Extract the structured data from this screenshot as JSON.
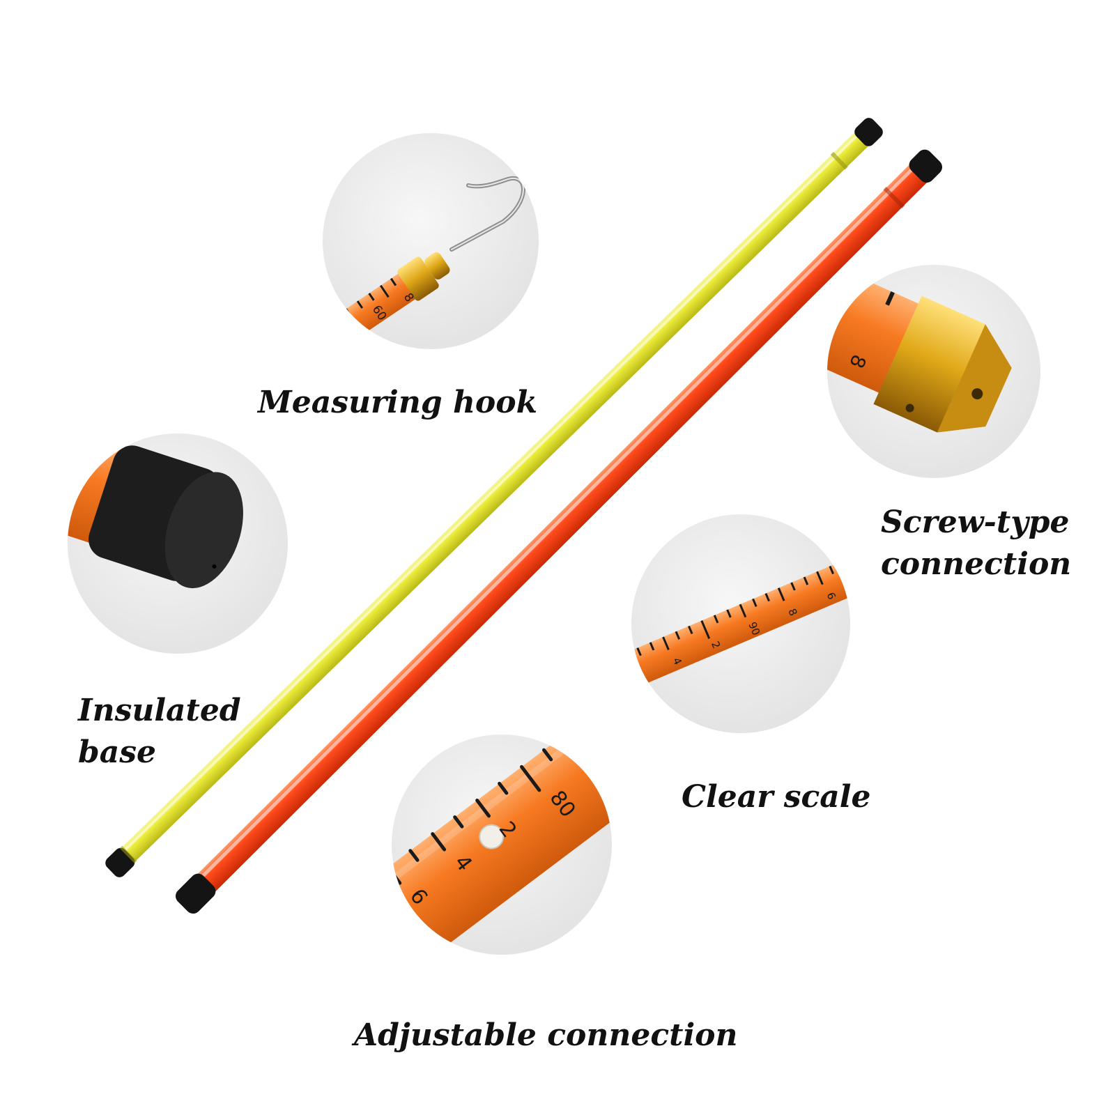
{
  "captions": {
    "measuring_hook": "Measuring hook",
    "insulated_base": {
      "line1": "Insulated",
      "line2": "base"
    },
    "screw_type_connection": {
      "line1": "Screw-type",
      "line2": "connection"
    },
    "clear_scale": "Clear scale",
    "adjustable_connection": "Adjustable connection"
  },
  "scale_markings": {
    "hook_closeup": [
      "60",
      "8"
    ],
    "screw_closeup": [
      "8"
    ],
    "clear_scale_closeup": [
      "4",
      "2",
      "90",
      "8",
      "6"
    ],
    "adjustable_closeup": [
      "6",
      "4",
      "2",
      "80"
    ]
  },
  "colors": {
    "yellow_rod": "#e8e83a",
    "orange_rod": "#ff4a1c",
    "ruler_orange": "#f77a22",
    "end_cap": "#141414",
    "brass": "#d9a21c",
    "closeup_background": "#ececec",
    "caption_text": "#111111"
  }
}
